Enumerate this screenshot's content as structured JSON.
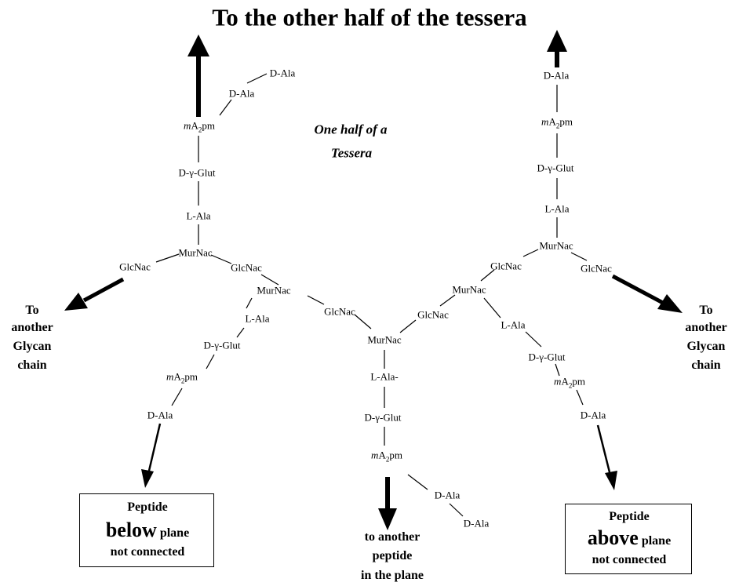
{
  "title": "To the other half of the tessera",
  "subtitle_line1": "One half of a",
  "subtitle_line2": "Tessera",
  "left_chain": {
    "dala_top": "D-Ala",
    "dala_2": "D-Ala",
    "dap": "A",
    "glu": "D-γ-Glut",
    "lala": "L-Ala",
    "murnac": "MurNac"
  },
  "right_chain": {
    "dala": "D-Ala",
    "dap": "A",
    "glu": "D-γ-Glut",
    "lala": "L-Ala",
    "murnac": "MurNac"
  },
  "glycan": {
    "glcnac_far_left": "GlcNac",
    "glcnac_1": "GlcNac",
    "murnac_2": "MurNac",
    "glcnac_2": "GlcNac",
    "murnac_3": "MurNac",
    "glcnac_3": "GlcNac",
    "murnac_4": "MurNac",
    "glcnac_4": "GlcNac",
    "glcnac_far_right": "GlcNac"
  },
  "lower_left_chain": {
    "lala": "L-Ala",
    "glu": "D-γ-Glut",
    "dap": "A",
    "dala": "D-Ala"
  },
  "center_chain": {
    "lala": "L-Ala-",
    "glu": "D-γ-Glut",
    "dap": "A",
    "dala_1": "D-Ala",
    "dala_2": "D-Ala"
  },
  "lower_right_chain": {
    "lala": "L-Ala",
    "glu": "D-γ-Glut",
    "dap": "A",
    "dala": "D-Ala"
  },
  "dap_prefix": "m",
  "dap_sub": "2",
  "dap_suffix": "pm",
  "left_glycan_label": [
    "To",
    "another",
    "Glycan",
    "chain"
  ],
  "right_glycan_label": [
    "To",
    "another",
    "Glycan",
    "chain"
  ],
  "bottom_label": [
    "to another",
    "peptide",
    "in the plane"
  ],
  "box_below": {
    "line1": "Peptide",
    "big": "below",
    "rest": " plane",
    "line3": "not connected"
  },
  "box_above": {
    "line1": "Peptide",
    "big": "above",
    "rest": " plane",
    "line3": "not connected"
  }
}
